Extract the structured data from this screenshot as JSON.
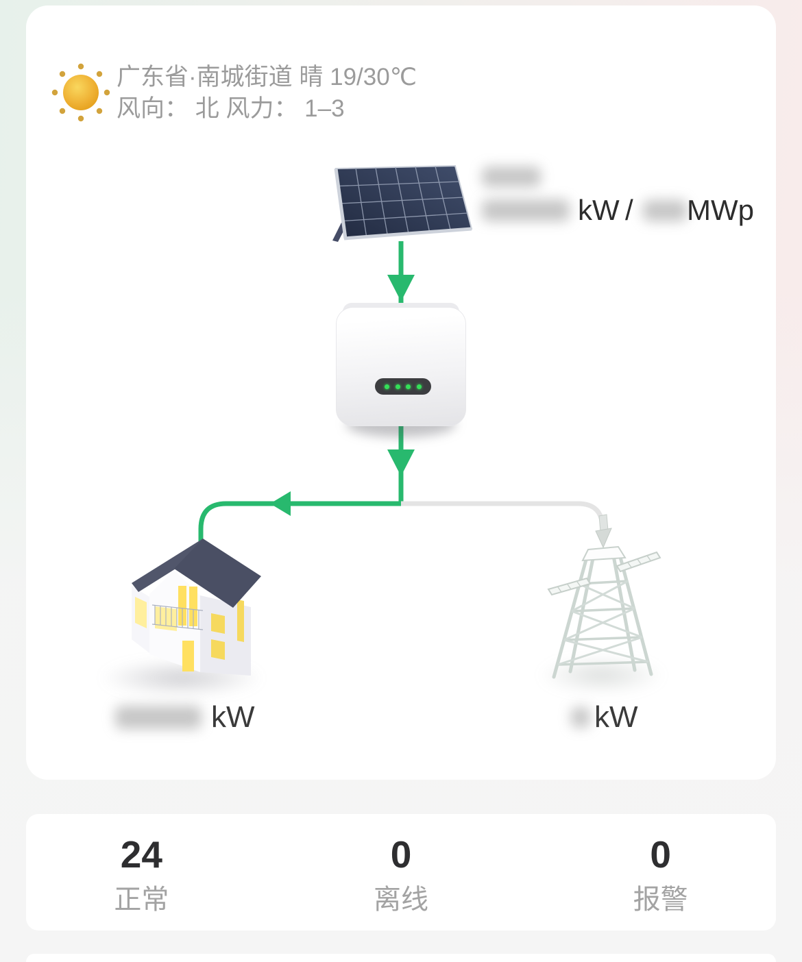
{
  "weather": {
    "line1": "广东省·南城街道 晴 19/30℃",
    "line2": "风向： 北 风力： 1–3"
  },
  "pv": {
    "power_unit": "kW",
    "separator": "/",
    "capacity_unit": "MWp"
  },
  "house": {
    "unit": "kW"
  },
  "grid": {
    "unit": "kW"
  },
  "stats": {
    "items": [
      {
        "value": "24",
        "label": "正常"
      },
      {
        "value": "0",
        "label": "离线"
      },
      {
        "value": "0",
        "label": "报警"
      }
    ]
  },
  "colors": {
    "accent_green": "#28b96e",
    "line_gray": "#e4e4e4",
    "sun_yellow": "#eeb032"
  }
}
